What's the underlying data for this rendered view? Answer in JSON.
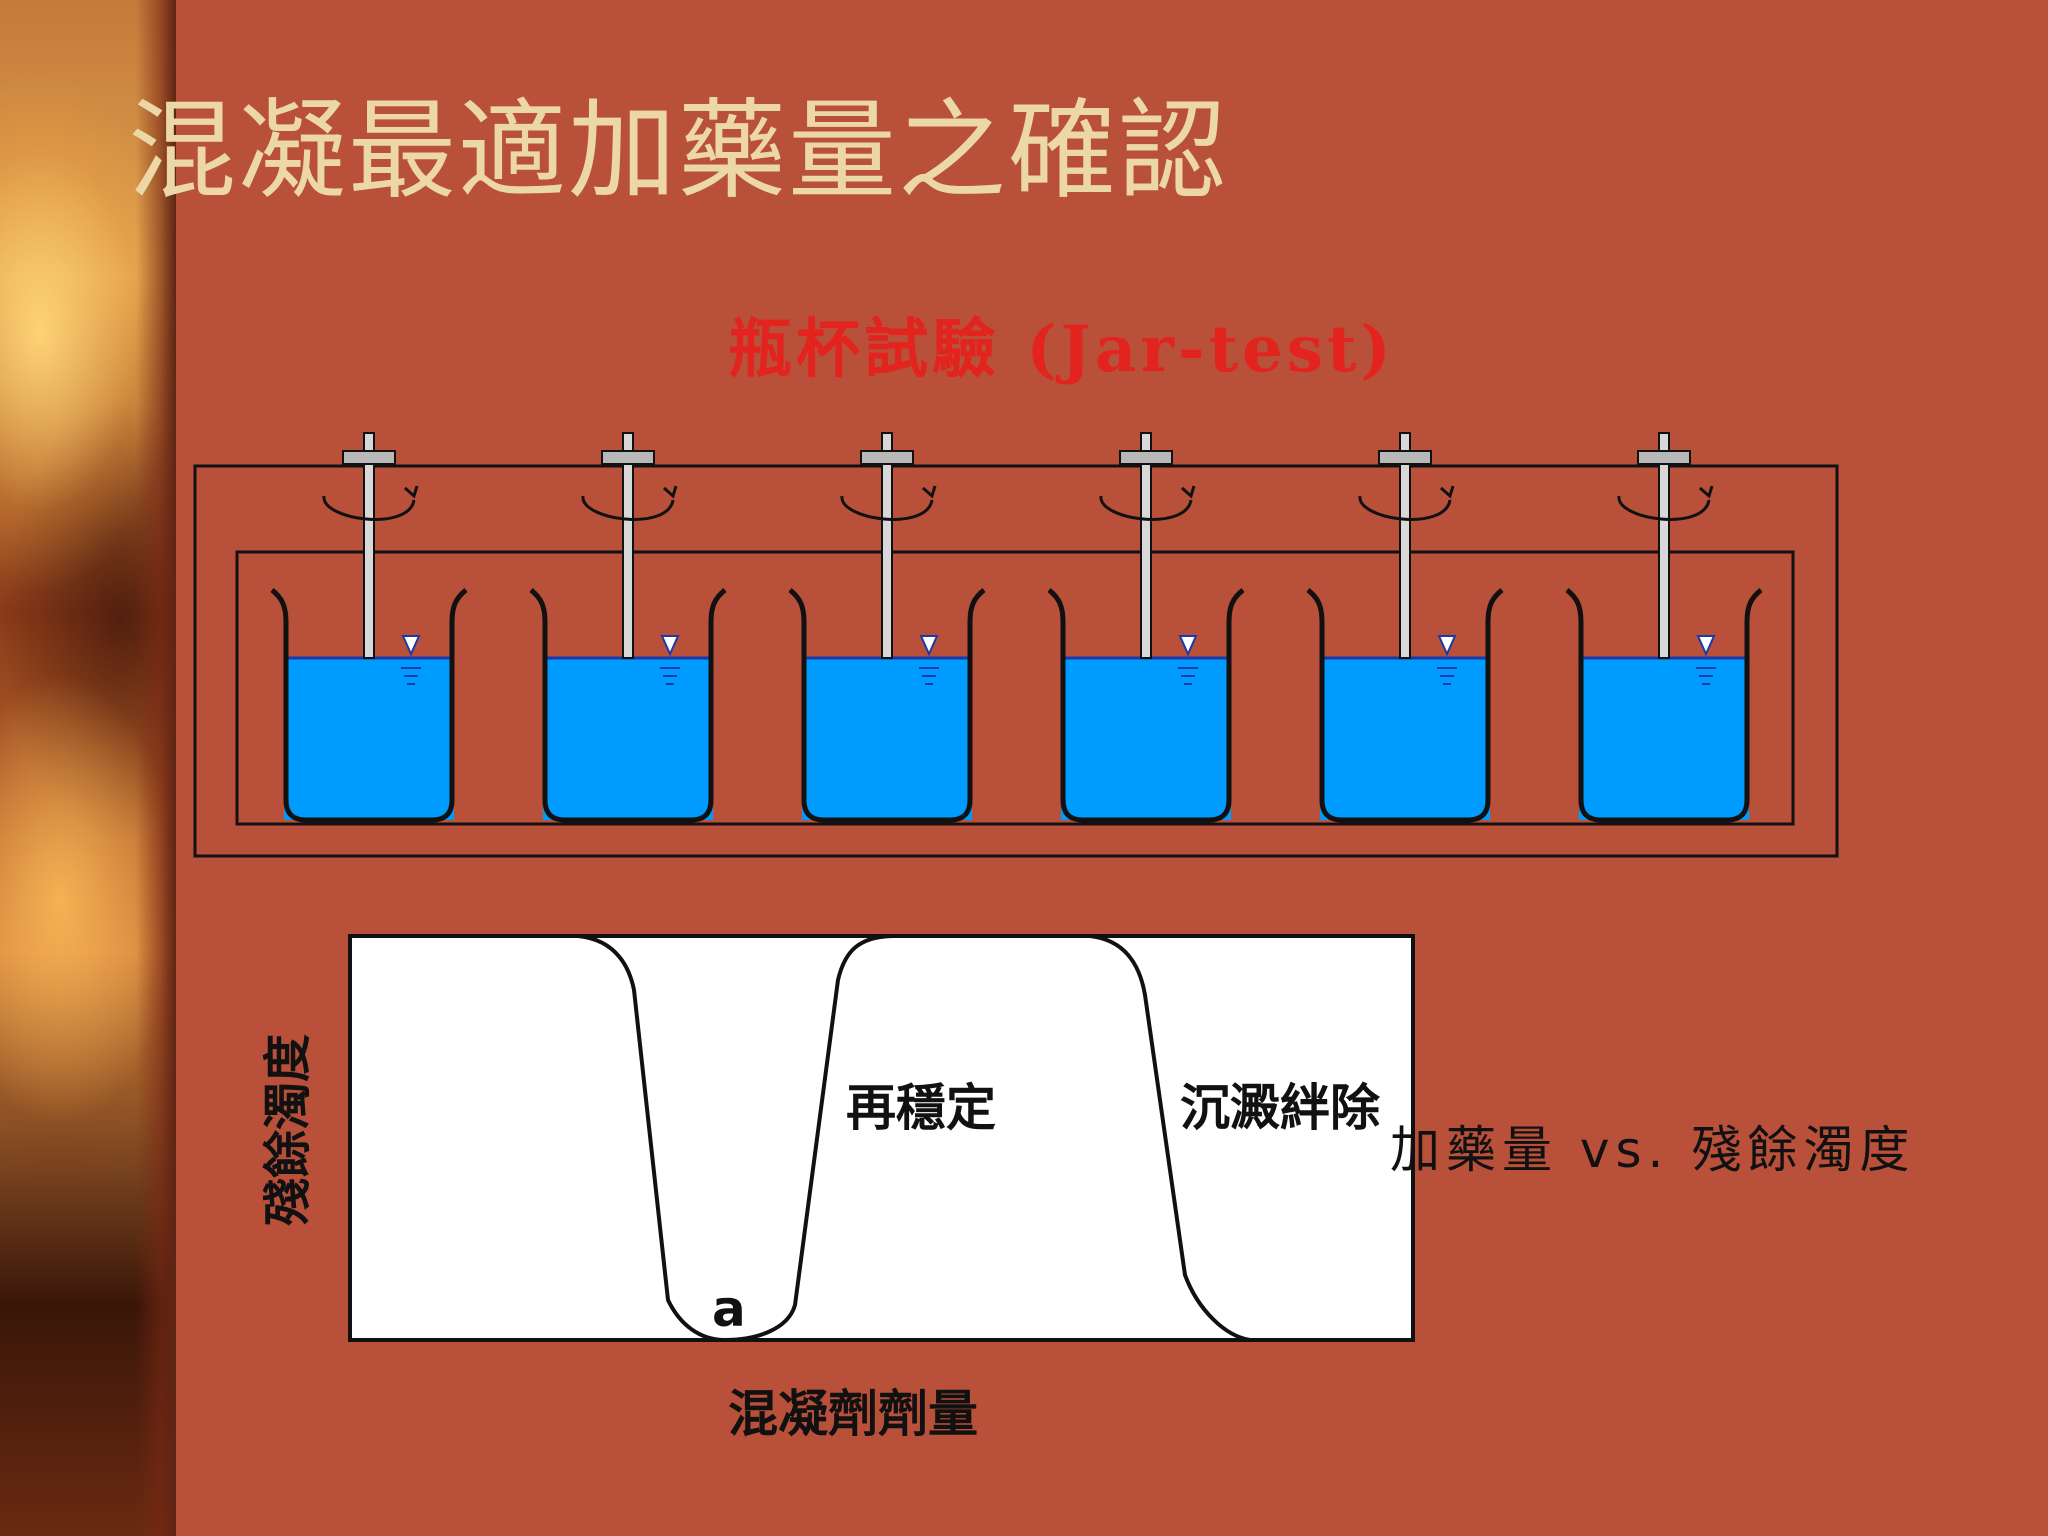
{
  "slide": {
    "title": "混凝最適加藥量之確認",
    "subtitle": "瓶杯試驗 (Jar-test)"
  },
  "apparatus": {
    "beaker_count": 6,
    "water_color": "#009bff",
    "frame_color": "#111111"
  },
  "curve": {
    "y_axis_label": "殘餘濁度",
    "x_axis_label": "混凝劑劑量",
    "point_label": "a",
    "region_labels": [
      "再穩定",
      "沉澱絆除"
    ],
    "caption": "加藥量 vs. 殘餘濁度"
  },
  "colors": {
    "background": "#b9503a",
    "title": "#ecd7a6",
    "subtitle": "#e3231e"
  }
}
